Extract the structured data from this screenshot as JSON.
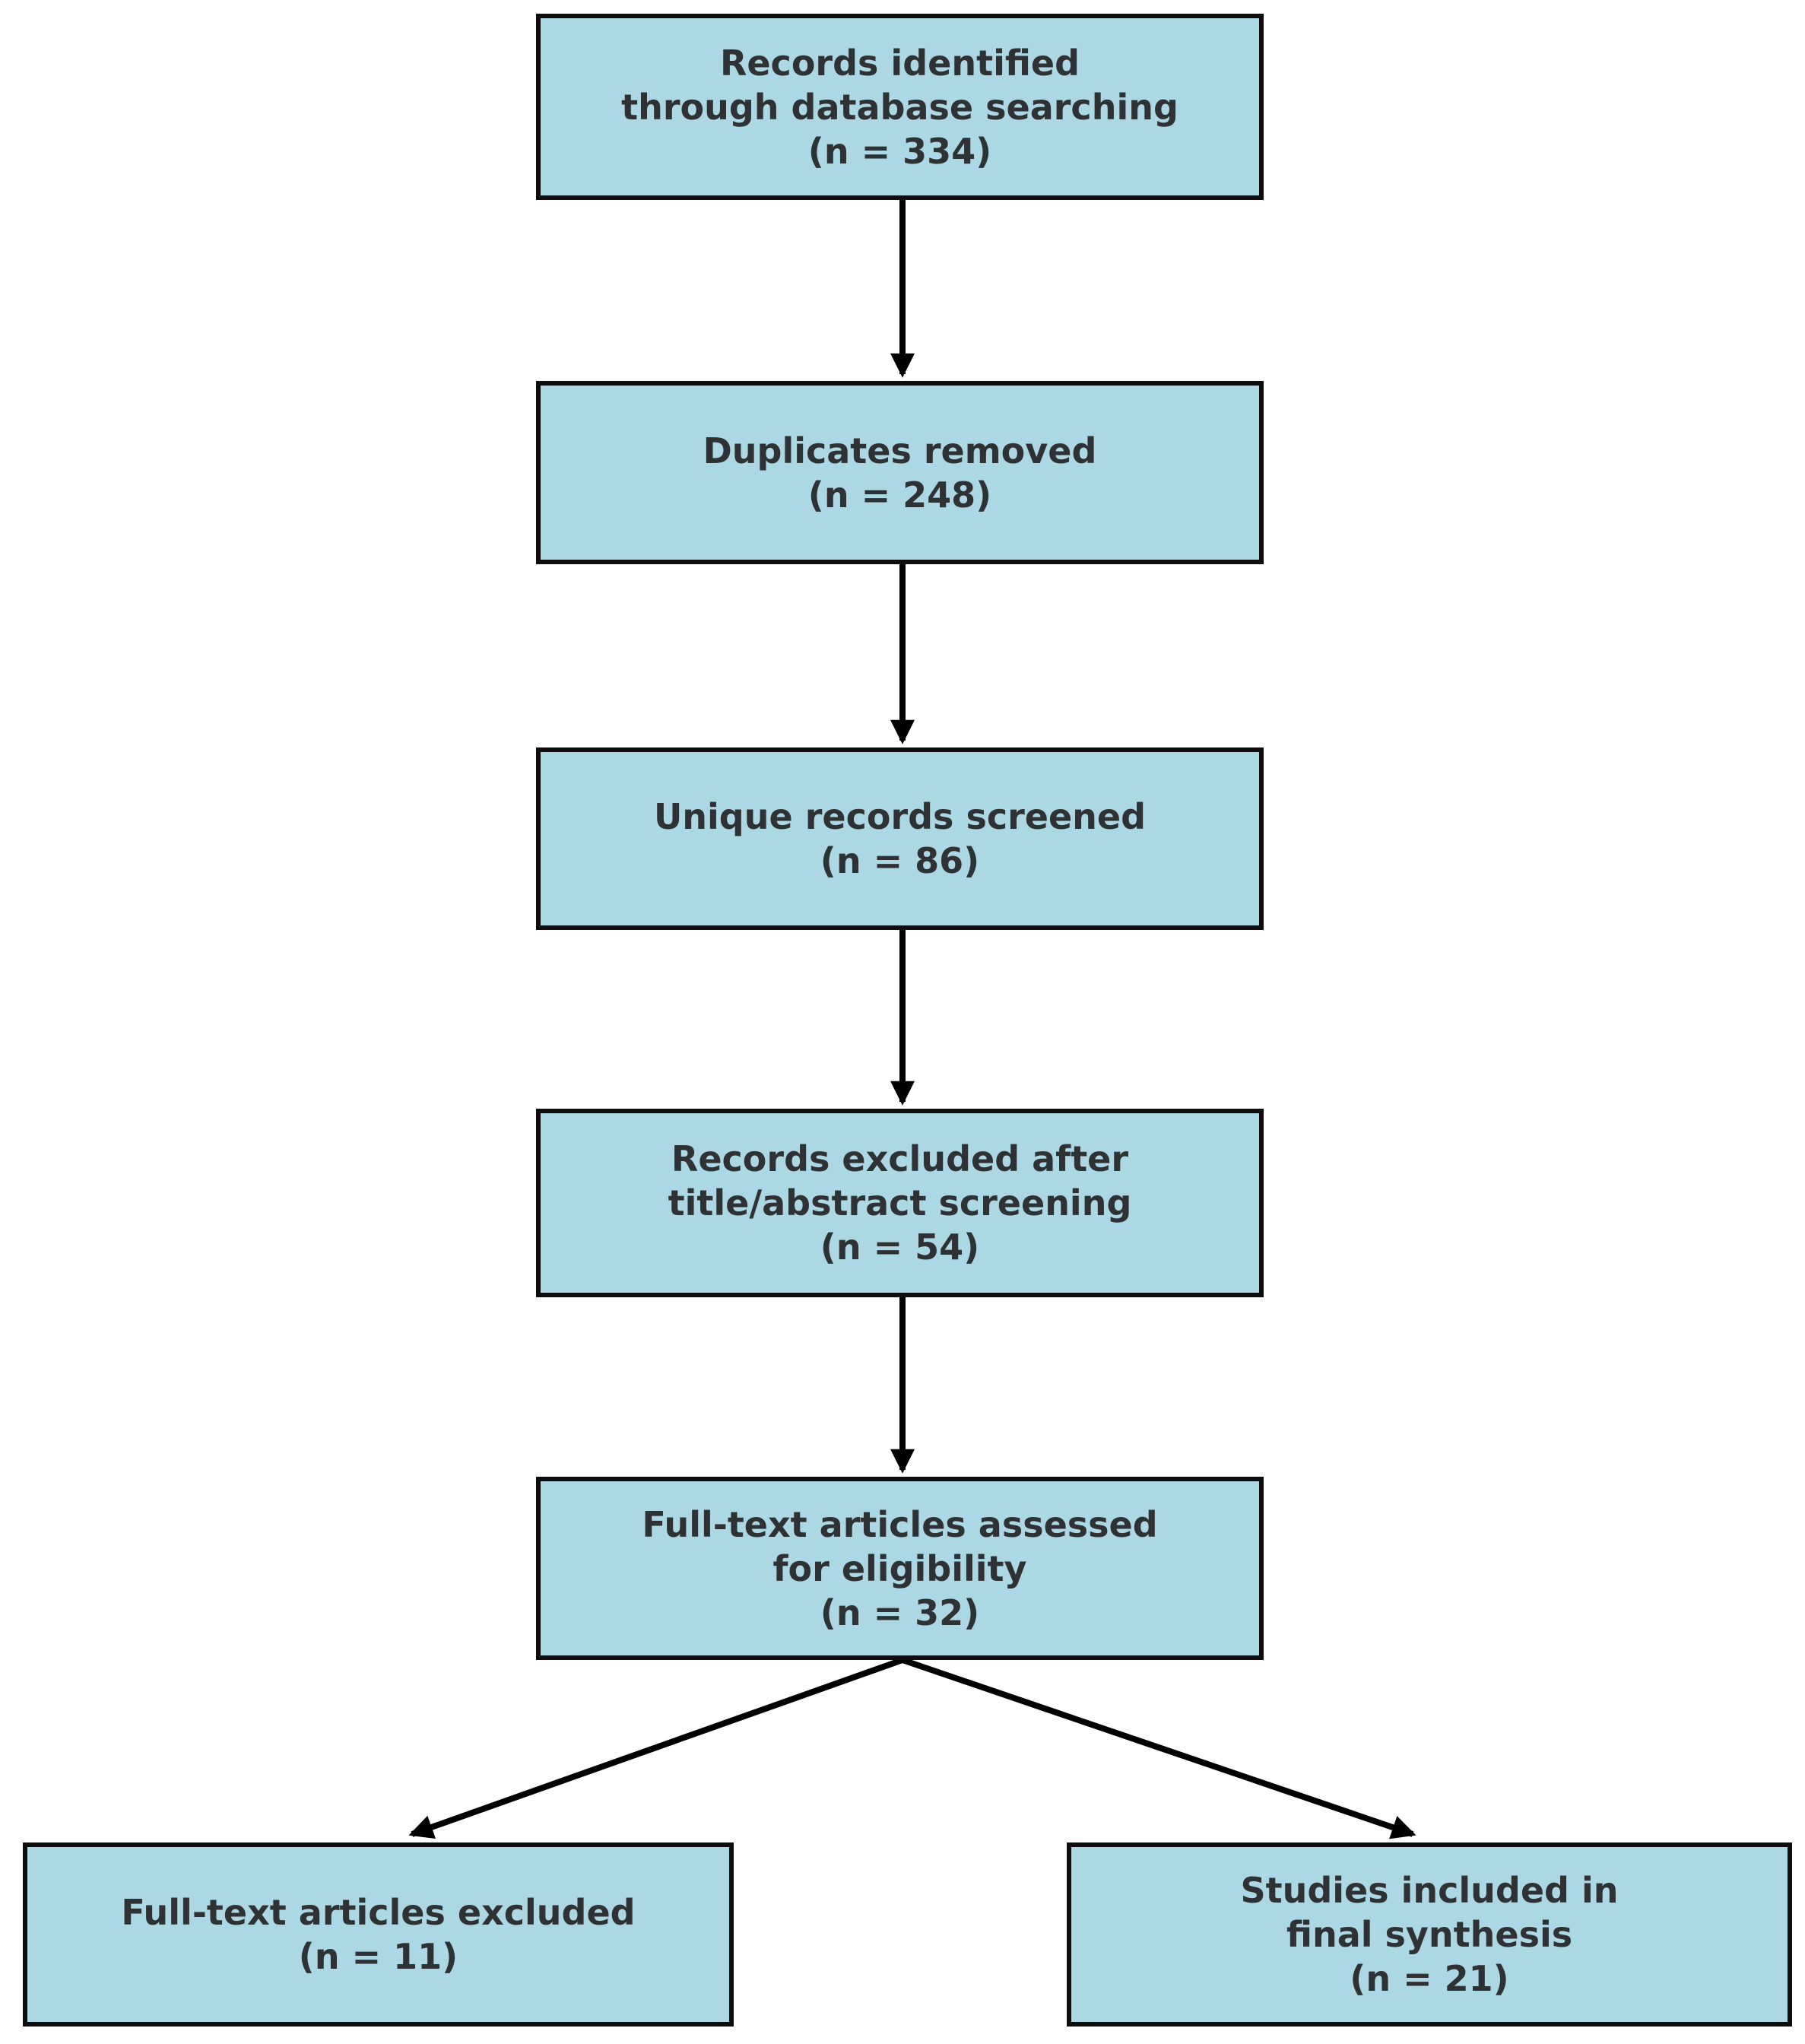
{
  "diagram_type": "flowchart",
  "colors": {
    "box_fill": "#ACD8E6",
    "box_border": "#0D0D0D",
    "text": "#2F3235",
    "arrow": "#000000",
    "background": "#FFFFFF"
  },
  "boxes": [
    {
      "id": "records-identified",
      "lines": [
        "Records identified",
        "through database searching",
        "(n = 334)"
      ]
    },
    {
      "id": "duplicates-removed",
      "lines": [
        "Duplicates removed",
        "(n = 248)"
      ]
    },
    {
      "id": "unique-records-screened",
      "lines": [
        "Unique records screened",
        "(n = 86)"
      ]
    },
    {
      "id": "records-excluded",
      "lines": [
        "Records excluded after",
        "title/abstract screening",
        "(n = 54)"
      ]
    },
    {
      "id": "full-text-assessed",
      "lines": [
        "Full-text articles assessed",
        "for eligibility",
        "(n = 32)"
      ]
    },
    {
      "id": "full-text-excluded",
      "lines": [
        "Full-text articles excluded",
        "(n = 11)"
      ]
    },
    {
      "id": "studies-included",
      "lines": [
        "Studies included in",
        "final synthesis",
        "(n = 21)"
      ]
    }
  ],
  "counts": {
    "identified": 334,
    "duplicates_removed": 248,
    "screened": 86,
    "excluded_title_abstract": 54,
    "full_text_assessed": 32,
    "full_text_excluded": 11,
    "included_final_synthesis": 21
  }
}
